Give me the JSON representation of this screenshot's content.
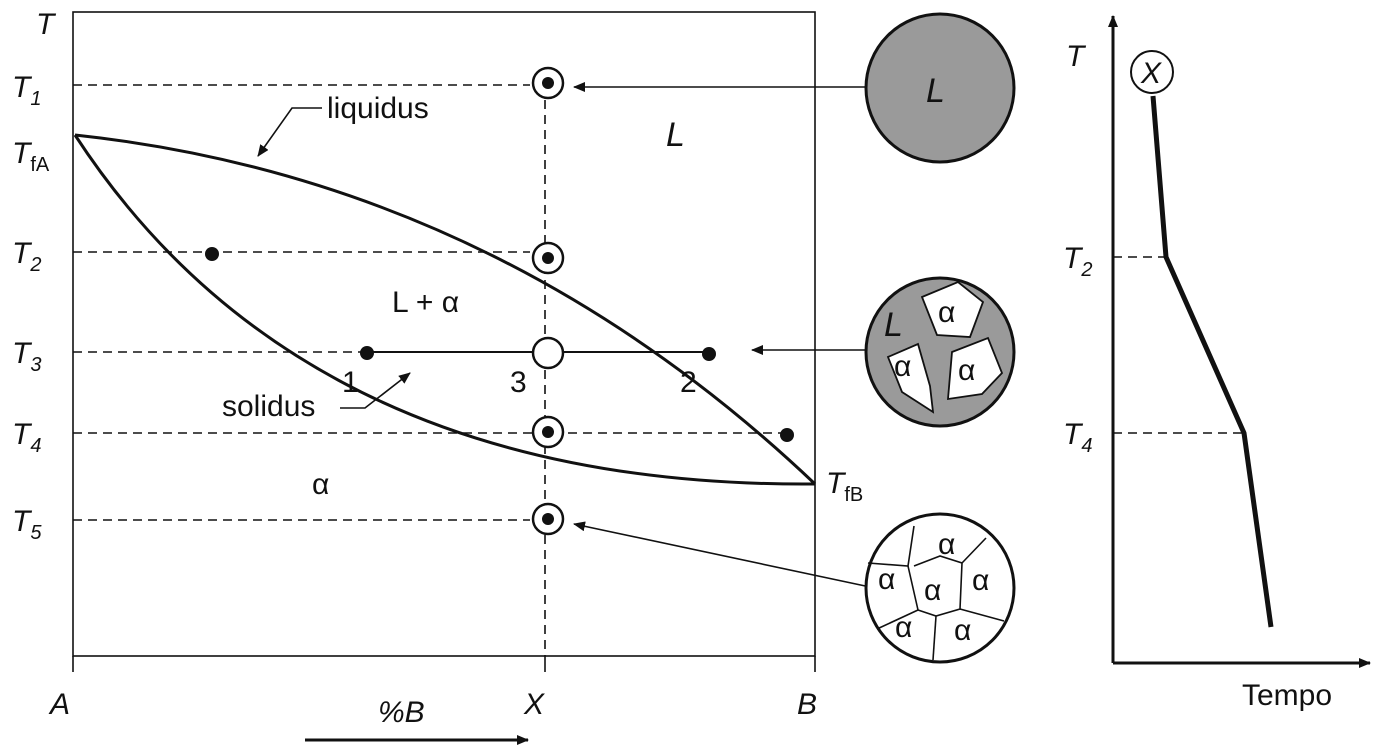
{
  "phase_diagram": {
    "axis_t": "T",
    "levels": [
      {
        "symbol": "T",
        "sub": "1"
      },
      {
        "symbol": "T",
        "sub": "fA"
      },
      {
        "symbol": "T",
        "sub": "2"
      },
      {
        "symbol": "T",
        "sub": "3"
      },
      {
        "symbol": "T",
        "sub": "4"
      },
      {
        "symbol": "T",
        "sub": "5"
      }
    ],
    "tfb": {
      "symbol": "T",
      "sub": "fB"
    },
    "x_labels": {
      "a": "A",
      "x": "X",
      "b": "B"
    },
    "composition_label": "%B",
    "liquidus_label": "liquidus",
    "solidus_label": "solidus",
    "region_l": "L",
    "region_two_phase": "L + α",
    "region_alpha": "α",
    "point_labels": {
      "p1": "1",
      "p2": "2",
      "p3": "3"
    }
  },
  "microstructures": {
    "liquid": {
      "label": "L"
    },
    "mixed": {
      "liquid_label": "L",
      "grains": [
        "α",
        "α",
        "α"
      ]
    },
    "solid": {
      "grains": [
        "α",
        "α",
        "α",
        "α",
        "α",
        "α"
      ]
    }
  },
  "cooling_curve": {
    "axis_t": "T",
    "axis_time": "Tempo",
    "start_label": "X",
    "arrests": [
      {
        "symbol": "T",
        "sub": "2"
      },
      {
        "symbol": "T",
        "sub": "4"
      }
    ]
  },
  "colors": {
    "ink": "#111111",
    "liquid_fill": "#9a9a9a",
    "grain_fill": "#ffffff"
  }
}
